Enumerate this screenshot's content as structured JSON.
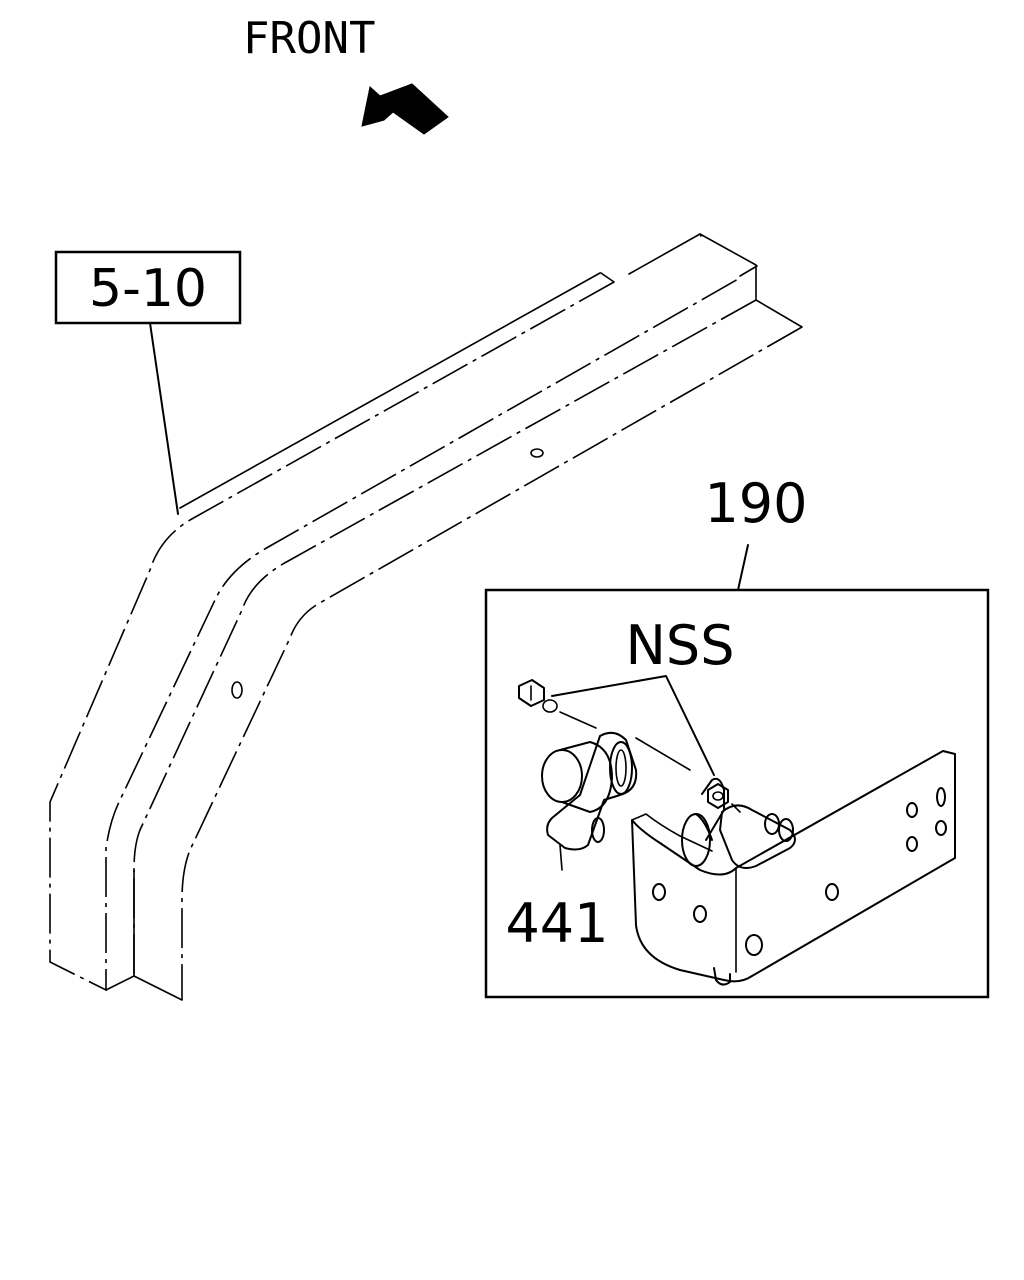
{
  "direction": {
    "label": "FRONT"
  },
  "callouts": {
    "frame_ref": "5-10",
    "assembly": "190",
    "nss": "NSS",
    "part": "441"
  }
}
